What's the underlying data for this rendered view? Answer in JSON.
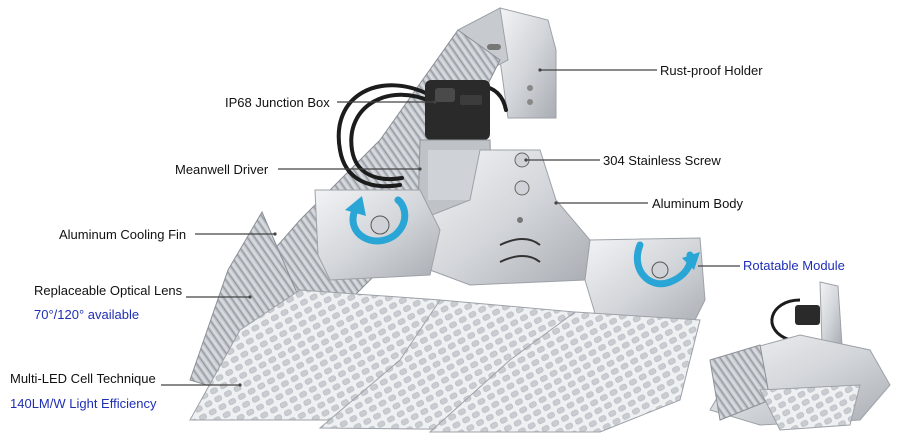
{
  "callouts": {
    "rust_proof_holder": "Rust-proof Holder",
    "ip68_junction_box": "IP68 Junction Box",
    "meanwell_driver": "Meanwell Driver",
    "stainless_screw": "304 Stainless Screw",
    "aluminum_body": "Aluminum Body",
    "aluminum_cooling_fin": "Aluminum Cooling Fin",
    "rotatable_module": "Rotatable Module",
    "replaceable_optical_lens": "Replaceable Optical Lens",
    "lens_angles": "70°/120° available",
    "multi_led": "Multi-LED Cell Technique",
    "light_efficiency": "140LM/W Light Efficiency"
  },
  "colors": {
    "label_text": "#111111",
    "highlight_text": "#1f2fb5",
    "rotation_arrow": "#2aa6d6",
    "leader_line": "#444444"
  },
  "icons": [
    "rotate-arrow-icon"
  ]
}
